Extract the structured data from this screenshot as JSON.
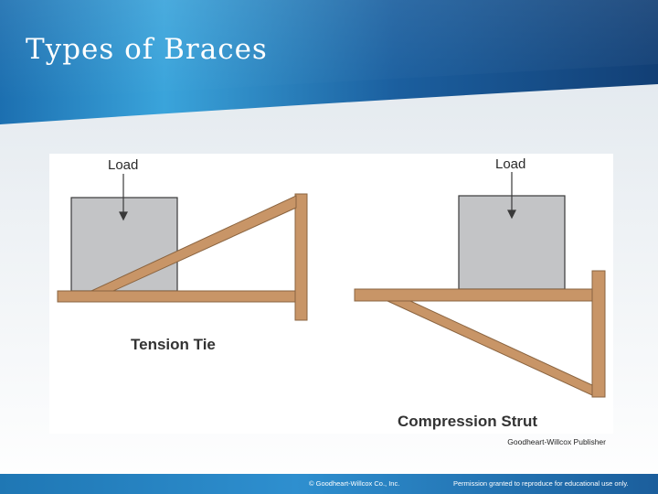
{
  "slide": {
    "title": "Types of Braces",
    "credit": "Goodheart-Willcox Publisher"
  },
  "diagram": {
    "tension_tie": {
      "load_label": "Load",
      "caption": "Tension Tie"
    },
    "compression_strut": {
      "load_label": "Load",
      "caption": "Compression Strut"
    }
  },
  "footer": {
    "copyright": "© Goodheart-Willcox Co., Inc.",
    "permission": "Permission granted to reproduce for educational use only."
  },
  "colors": {
    "header_blue": "#1e63a8",
    "header_light": "#38a3dd",
    "wood": "#c89567",
    "wood_edge": "#8a6440",
    "block_fill": "#c3c4c6",
    "block_edge": "#3a3a3a"
  }
}
